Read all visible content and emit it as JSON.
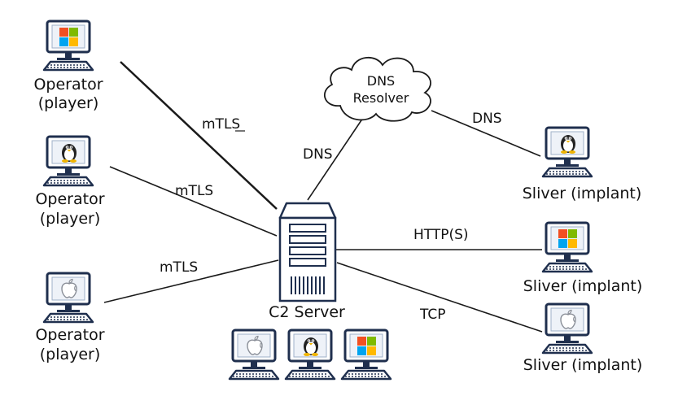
{
  "colors": {
    "line": "#1a1a1a",
    "monitor_frame": "#1f2f4e",
    "screen": "#eef2f8",
    "server_body": "#ffffff",
    "ms_red": "#f25022",
    "ms_green": "#7fba00",
    "ms_blue": "#00a4ef",
    "ms_yellow": "#ffb900"
  },
  "operators": [
    {
      "label": "Operator",
      "sublabel": "(player)",
      "os_icon": "windows-icon"
    },
    {
      "label": "Operator",
      "sublabel": "(player)",
      "os_icon": "linux-icon"
    },
    {
      "label": "Operator",
      "sublabel": "(player)",
      "os_icon": "apple-icon"
    }
  ],
  "server": {
    "label": "C2 Server"
  },
  "resolver": {
    "line1": "DNS",
    "line2": "Resolver"
  },
  "implants": [
    {
      "label": "Sliver (implant)",
      "os_icon": "linux-icon"
    },
    {
      "label": "Sliver (implant)",
      "os_icon": "windows-icon"
    },
    {
      "label": "Sliver (implant)",
      "os_icon": "apple-icon"
    }
  ],
  "server_platforms": [
    "apple-icon",
    "linux-icon",
    "windows-icon"
  ],
  "edges": {
    "op1": "mTLS",
    "op2": "mTLS",
    "op3": "mTLS",
    "server_dns": "DNS",
    "dns_implant": "DNS",
    "http": "HTTP(S)",
    "tcp": "TCP"
  }
}
